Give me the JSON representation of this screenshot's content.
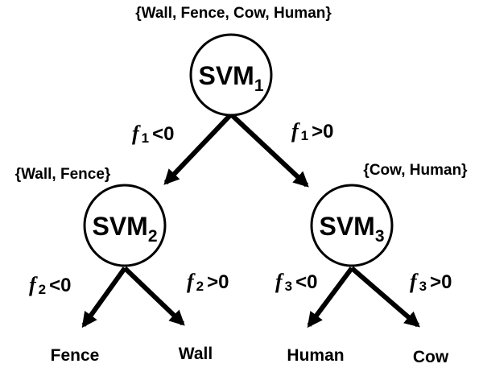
{
  "nodes": {
    "svm1": {
      "base": "SVM",
      "sub": "1",
      "set": "{Wall, Fence, Cow, Human}"
    },
    "svm2": {
      "base": "SVM",
      "sub": "2",
      "set": "{Wall, Fence}"
    },
    "svm3": {
      "base": "SVM",
      "sub": "3",
      "set": "{Cow, Human}"
    }
  },
  "conditions": {
    "c1_left": {
      "var": "f",
      "sub": "1",
      "op": "<0"
    },
    "c1_right": {
      "var": "f",
      "sub": "1",
      "op": ">0"
    },
    "c2_left": {
      "var": "f",
      "sub": "2",
      "op": "<0"
    },
    "c2_right": {
      "var": "f",
      "sub": "2",
      "op": ">0"
    },
    "c3_left": {
      "var": "f",
      "sub": "3",
      "op": "<0"
    },
    "c3_right": {
      "var": "f",
      "sub": "3",
      "op": ">0"
    }
  },
  "leaves": {
    "fence": "Fence",
    "wall": "Wall",
    "human": "Human",
    "cow": "Cow"
  },
  "colors": {
    "stroke": "#000000",
    "background": "#ffffff"
  }
}
